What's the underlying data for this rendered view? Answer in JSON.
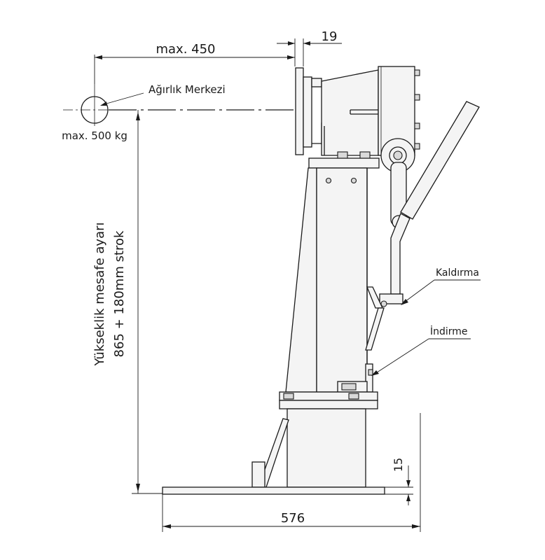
{
  "labels": {
    "max_reach": "max. 450",
    "plate_thickness": "19",
    "center_of_gravity": "Ağırlık Merkezi",
    "max_load": "max. 500 kg",
    "height_line1": "Yükseklik mesafe ayarı",
    "height_line2": "865 + 180mm strok",
    "lift": "Kaldırma",
    "lower": "İndirme",
    "base_thickness": "15",
    "base_width": "576"
  }
}
